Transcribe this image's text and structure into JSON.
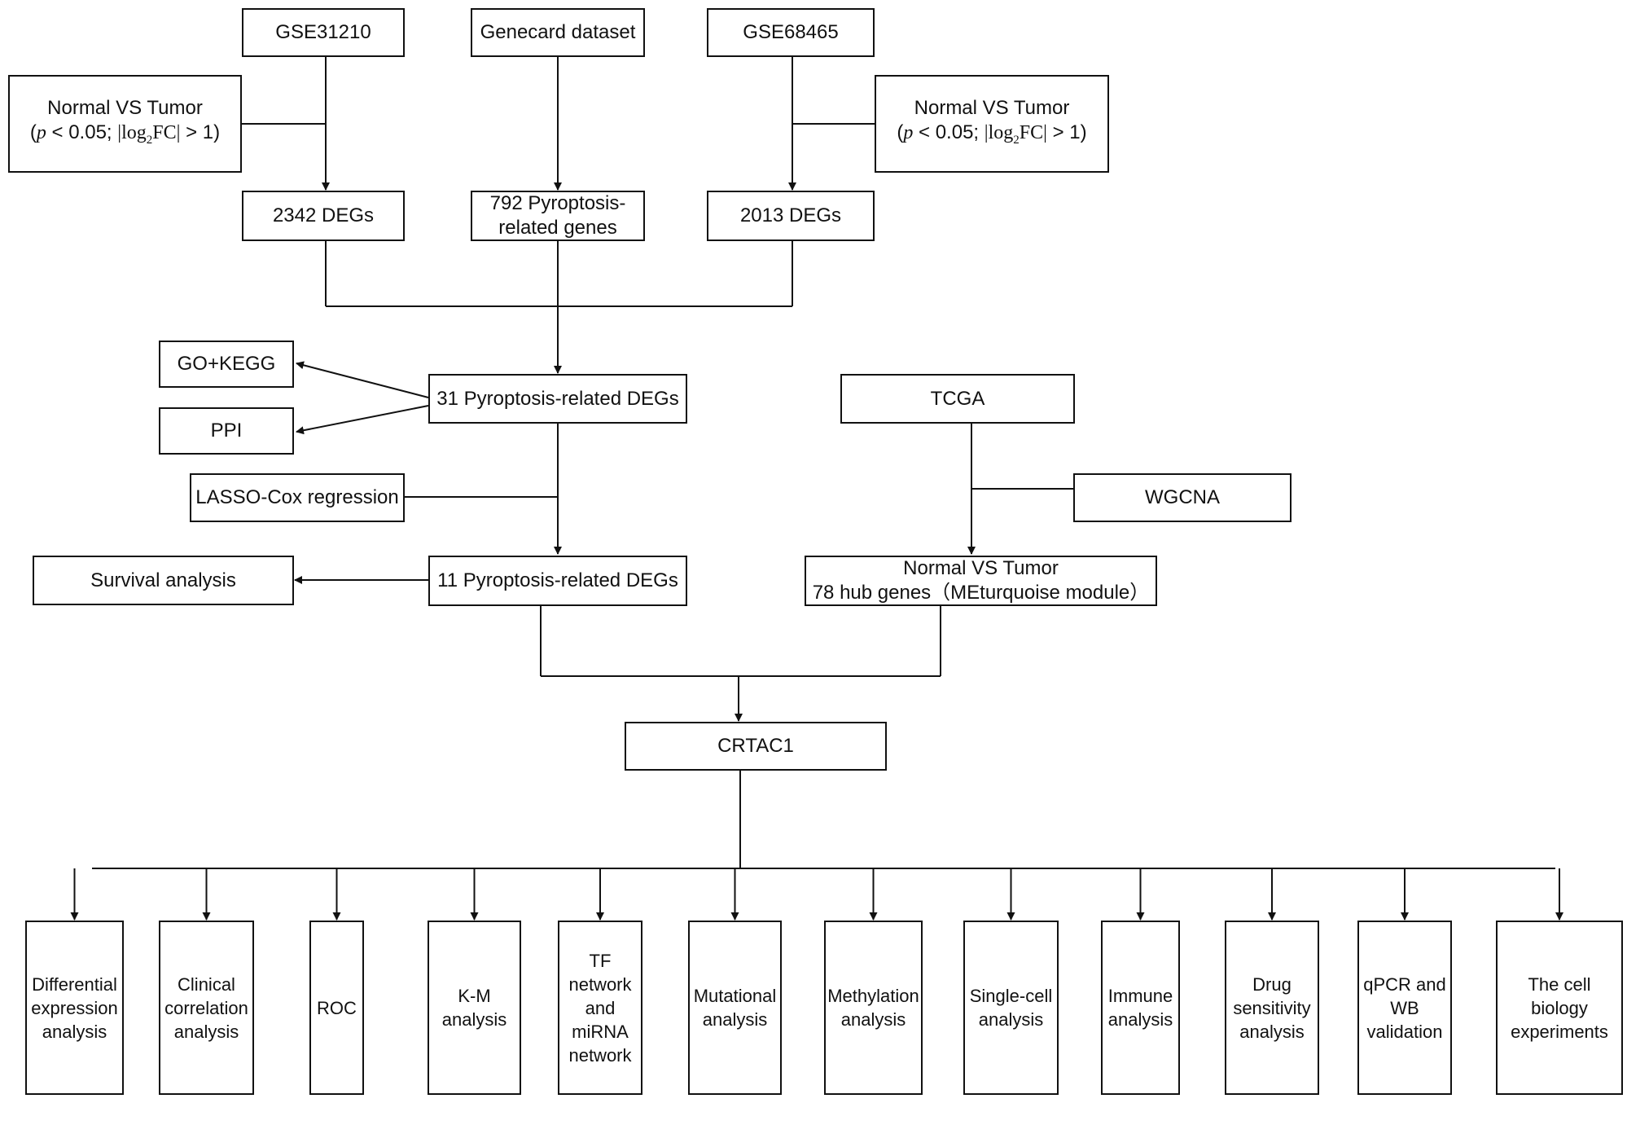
{
  "nodes": {
    "gse31210": "GSE31210",
    "genecard": "Genecard dataset",
    "gse68465": "GSE68465",
    "filter_left": {
      "line1": "Normal VS Tumor",
      "p_open": "(",
      "p_var": "p",
      "p_rest": " < 0.05;",
      "fc_open": "|log",
      "fc_sub": "2",
      "fc_close": "FC|",
      "fc_rest": " > 1)"
    },
    "filter_right": {
      "line1": "Normal VS Tumor",
      "p_open": "(",
      "p_var": "p",
      "p_rest": " < 0.05;",
      "fc_open": "|log",
      "fc_sub": "2",
      "fc_close": "FC|",
      "fc_rest": " > 1)"
    },
    "degs_2342": "2342 DEGs",
    "pyro_792": {
      "line1": "792 Pyroptosis-",
      "line2": "related genes"
    },
    "degs_2013": "2013 DEGs",
    "go_kegg": "GO+KEGG",
    "ppi": "PPI",
    "degs_31": "31 Pyroptosis-related DEGs",
    "tcga": "TCGA",
    "lasso": "LASSO-Cox regression",
    "wgcna": "WGCNA",
    "survival": "Survival analysis",
    "degs_11": "11 Pyroptosis-related DEGs",
    "hub": {
      "line1": "Normal VS Tumor",
      "line2": "78 hub genes（MEturquoise module）"
    },
    "crtac1": "CRTAC1"
  },
  "outputs": [
    [
      "Differential",
      "expression",
      "analysis"
    ],
    [
      "Clinical",
      "correlation",
      "analysis"
    ],
    [
      "ROC"
    ],
    [
      "K-M",
      "analysis"
    ],
    [
      "TF",
      "network",
      "and",
      "miRNA",
      "network"
    ],
    [
      "Mutational",
      "analysis"
    ],
    [
      "Methylation",
      "analysis"
    ],
    [
      "Single-cell",
      "analysis"
    ],
    [
      "Immune",
      "analysis"
    ],
    [
      "Drug",
      "sensitivity",
      "analysis"
    ],
    [
      "qPCR and",
      "WB",
      "validation"
    ],
    [
      "The cell",
      "biology",
      "experiments"
    ]
  ]
}
